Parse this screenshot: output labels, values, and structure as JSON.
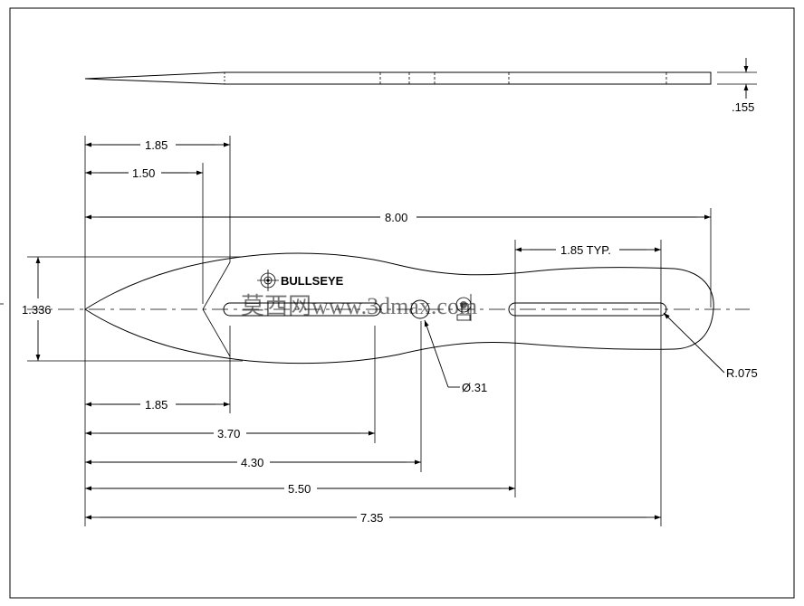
{
  "top_view": {
    "thickness_label": ".155"
  },
  "dimensions": {
    "d_1_85_top": "1.85",
    "d_1_50": "1.50",
    "d_8_00": "8.00",
    "d_1_85_typ": "1.85 TYP.",
    "d_height": "1.336",
    "d_diameter": "Ø.31",
    "d_radius": "R.075",
    "d_1_85_bottom": "1.85",
    "d_3_70": "3.70",
    "d_4_30": "4.30",
    "d_5_50": "5.50",
    "d_7_35": "7.35"
  },
  "brand": {
    "logo_text": "BULLSEYE",
    "target_icon": "crosshair-target-icon",
    "stamp_icon": "seal-stamp-icon"
  },
  "watermark": {
    "text": "莫西网www.3dmax.com"
  }
}
